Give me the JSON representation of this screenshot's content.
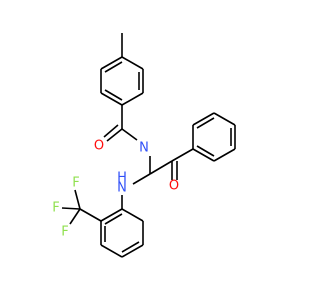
{
  "molecule": {
    "colors": {
      "bond": "#000000",
      "O": "#ff0d0d",
      "N": "#3050f8",
      "F": "#90e050"
    },
    "atoms": [
      {
        "element": "O",
        "label": "O"
      },
      {
        "element": "N",
        "label": "N"
      },
      {
        "element": "N",
        "label": "N"
      },
      {
        "element": "H",
        "label": "H"
      },
      {
        "element": "H",
        "label": "H"
      },
      {
        "element": "O",
        "label": "O"
      },
      {
        "element": "F",
        "label": "F"
      },
      {
        "element": "F",
        "label": "F"
      },
      {
        "element": "F",
        "label": "F"
      }
    ]
  }
}
